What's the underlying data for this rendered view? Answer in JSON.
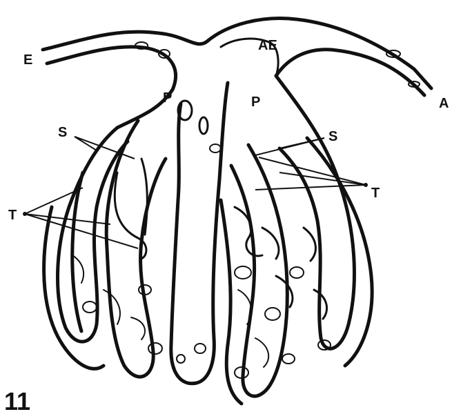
{
  "figure": {
    "number": "11",
    "labels": {
      "E": "E",
      "AE": "AE",
      "A": "A",
      "P_left": "P",
      "P_right": "P",
      "S_left": "S",
      "S_right": "S",
      "T_left": "T",
      "T_right": "T"
    },
    "colors": {
      "ink": "#111111",
      "background": "#ffffff"
    }
  }
}
